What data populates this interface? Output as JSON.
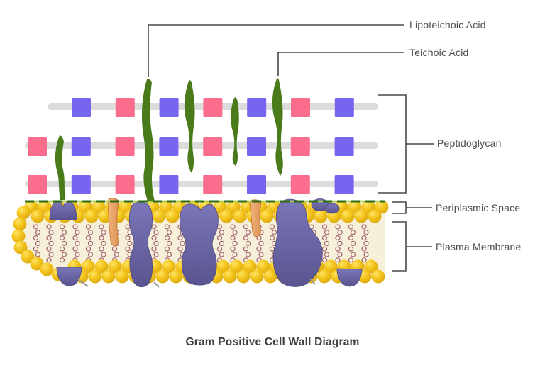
{
  "title": "Gram Positive Cell Wall Diagram",
  "labels": {
    "lipoteichoic": "Lipoteichoic Acid",
    "teichoic": "Teichoic Acid",
    "peptidoglycan": "Peptidoglycan",
    "periplasmic": "Periplasmic Space",
    "plasma": "Plasma Membrane"
  },
  "peptidoglycan": {
    "rows": [
      {
        "squares": [
          "blue",
          "pink",
          "blue",
          "pink",
          "blue",
          "pink",
          "blue"
        ]
      },
      {
        "squares": [
          "pink",
          "blue",
          "pink",
          "blue",
          "pink",
          "blue",
          "pink",
          "blue"
        ]
      },
      {
        "squares": [
          "pink",
          "blue",
          "pink",
          "blue",
          "pink",
          "blue",
          "pink",
          "blue"
        ]
      }
    ]
  },
  "colors": {
    "sugar_pink": "#fb6d8d",
    "sugar_blue": "#7565ef",
    "backbone_gray": "#dcdcdc",
    "strand_green": "#4a7b1b",
    "lipid_head_yellow": "#f2c51d",
    "membrane_cream": "#f6efda",
    "tail_bead": "#a2636d",
    "protein_purple": "#64609f",
    "anchor_orange": "#e9a76b",
    "periplasm_line_green": "#2f6b14",
    "label_text": "#4d4d4d",
    "leader_line": "#4a4a4a"
  }
}
